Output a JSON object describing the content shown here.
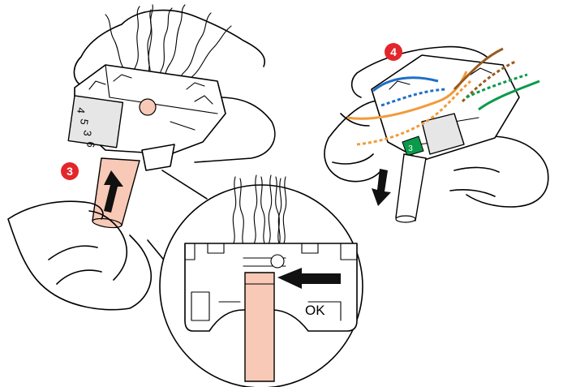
{
  "steps": {
    "step3": {
      "number": "3",
      "color": "#e3262b"
    },
    "step4": {
      "number": "4",
      "color": "#e3262b"
    }
  },
  "connector_labels": [
    "4",
    "5",
    "3",
    "6"
  ],
  "connector_label_right": "3",
  "detail_callout": {
    "label": "OK"
  },
  "colors": {
    "sheath": "#f7c9b6",
    "wire_blue": "#1f6fc6",
    "wire_orange": "#f39a3a",
    "wire_brown": "#9a5a1f",
    "wire_green": "#0a9a4a",
    "badge_red": "#e3262b"
  },
  "icons": [
    "up-arrow-icon",
    "down-arrow-icon",
    "left-arrow-icon"
  ]
}
